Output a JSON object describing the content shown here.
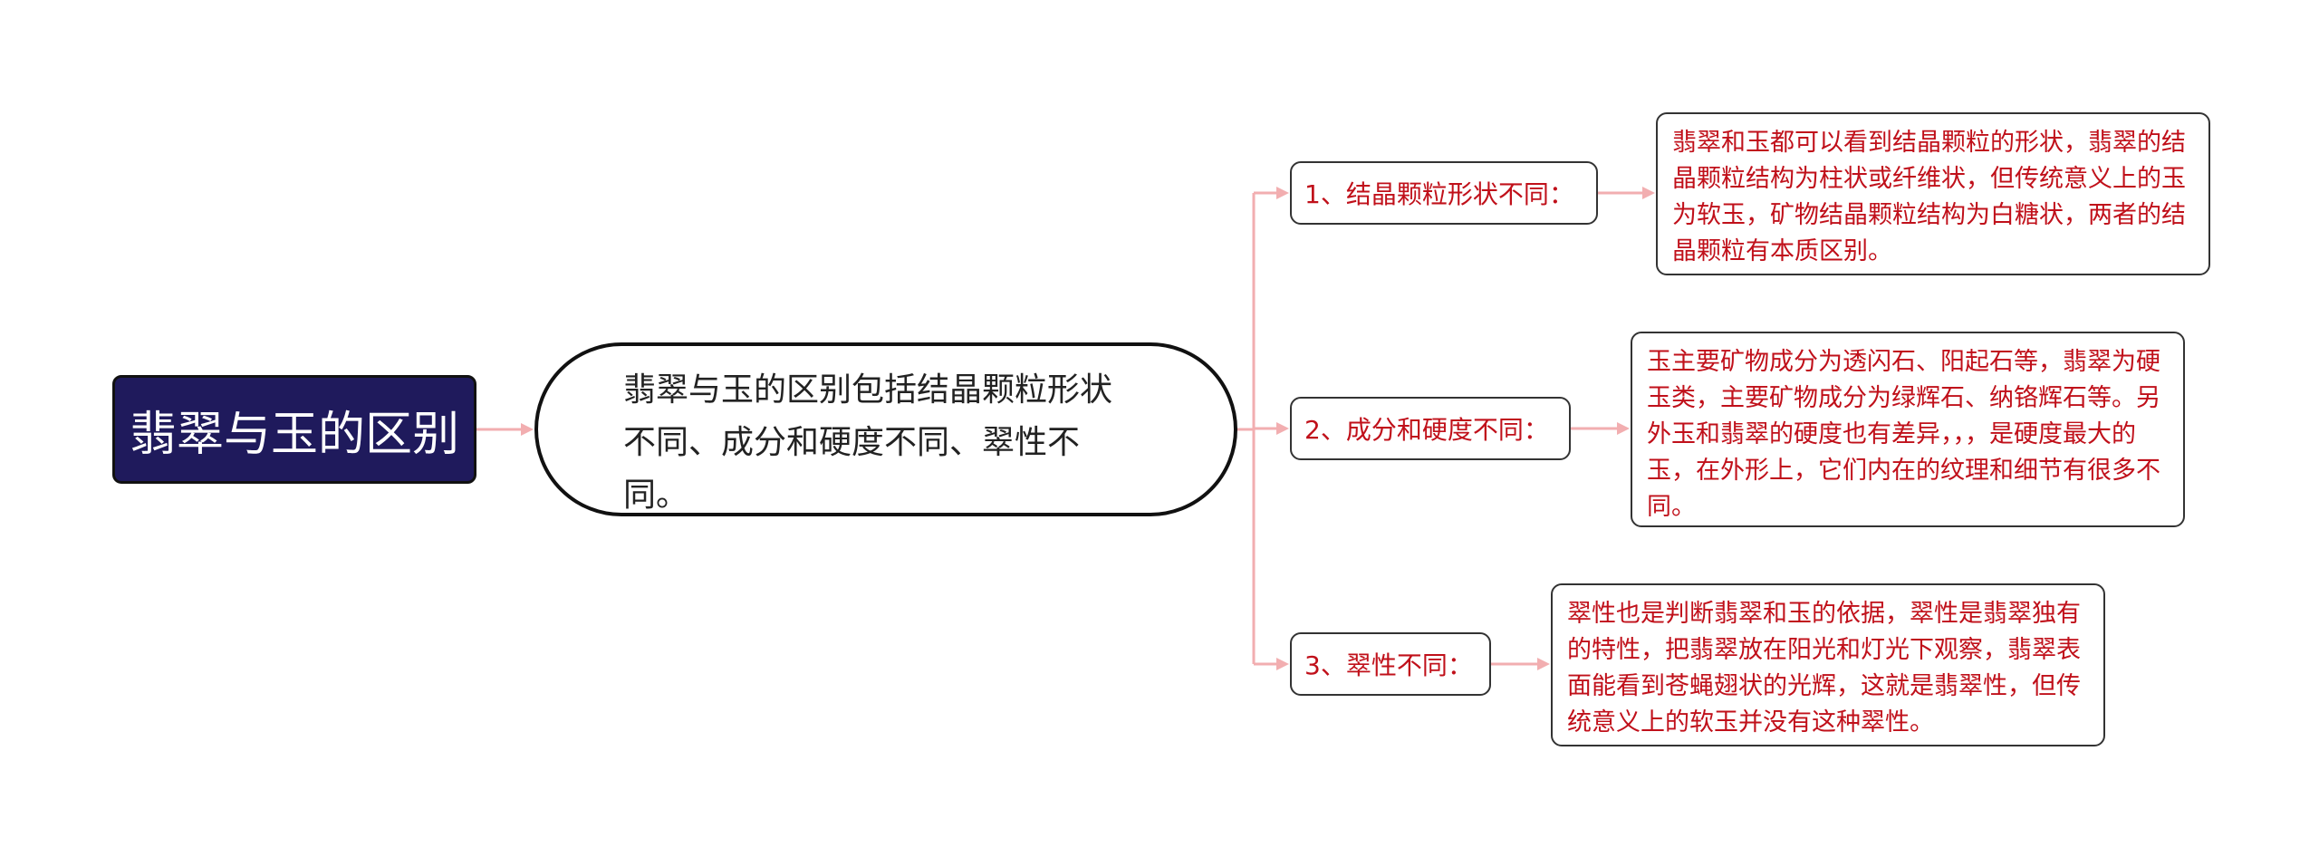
{
  "mindmap": {
    "root": {
      "label": "翡翠与玉的区别"
    },
    "summary": {
      "text": "翡翠与玉的区别包括结晶颗粒形状不同、成分和硬度不同、翠性不同。"
    },
    "branches": [
      {
        "label": "1、结晶颗粒形状不同：",
        "detail": "翡翠和玉都可以看到结晶颗粒的形状，翡翠的结晶颗粒结构为柱状或纤维状，但传统意义上的玉为软玉，矿物结晶颗粒结构为白糖状，两者的结晶颗粒有本质区别。"
      },
      {
        "label": "2、成分和硬度不同：",
        "detail": "玉主要矿物成分为透闪石、阳起石等，翡翠为硬玉类，主要矿物成分为绿辉石、纳铬辉石等。另外玉和翡翠的硬度也有差异，，，是硬度最大的玉，在外形上，它们内在的纹理和细节有很多不同。"
      },
      {
        "label": "3、翠性不同：",
        "detail": "翠性也是判断翡翠和玉的依据，翠性是翡翠独有的特性，把翡翠放在阳光和灯光下观察，翡翠表面能看到苍蝇翅状的光辉，这就是翡翠性，但传统意义上的软玉并没有这种翠性。"
      }
    ]
  },
  "colors": {
    "root_fill": "#1f1a5c",
    "branch_text": "#c0101a",
    "connector": "#f2aeb0",
    "outline": "#111111"
  }
}
